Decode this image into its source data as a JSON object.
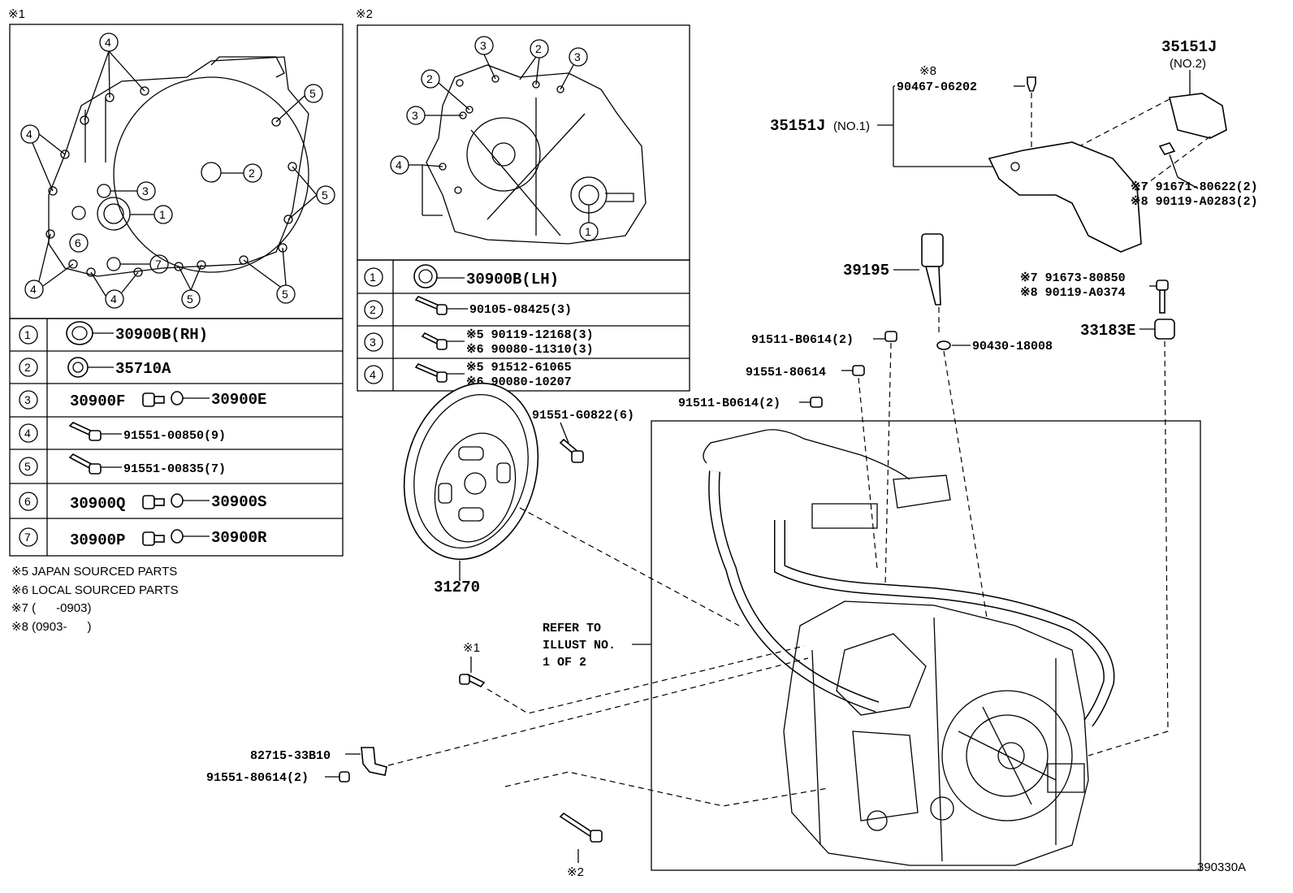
{
  "inset1": {
    "mark": "※1",
    "callouts": [
      "1",
      "2",
      "3",
      "4",
      "5",
      "6",
      "7"
    ],
    "table": [
      {
        "no": "1",
        "left": "",
        "right": "30900B(RH)"
      },
      {
        "no": "2",
        "left": "",
        "right": "35710A"
      },
      {
        "no": "3",
        "left": "30900F",
        "right": "30900E"
      },
      {
        "no": "4",
        "left": "",
        "right": "91551-00850(9)"
      },
      {
        "no": "5",
        "left": "",
        "right": "91551-00835(7)"
      },
      {
        "no": "6",
        "left": "30900Q",
        "right": "30900S"
      },
      {
        "no": "7",
        "left": "30900P",
        "right": "30900R"
      }
    ]
  },
  "inset2": {
    "mark": "※2",
    "table": [
      {
        "no": "1",
        "line1": "30900B(LH)",
        "line2": ""
      },
      {
        "no": "2",
        "line1": "90105-08425(3)",
        "line2": ""
      },
      {
        "no": "3",
        "line1": "※5 90119-12168(3)",
        "line2": "※6 90080-11310(3)"
      },
      {
        "no": "4",
        "line1": "※5 91512-61065",
        "line2": "※6 90080-10207"
      }
    ]
  },
  "notes": [
    "※5 JAPAN SOURCED PARTS",
    "※6 LOCAL SOURCED PARTS",
    "※7 (      -0903)",
    "※8 (0903-      )"
  ],
  "labels": {
    "p35151j": "35151J",
    "no2": "(NO.2)",
    "mark8a": "※8",
    "p90467": "90467-06202",
    "p35151j_no1": "35151J",
    "no1": "(NO.1)",
    "p91671": "※7 91671-80622(2)",
    "p90119a0283": "※8 90119-A0283(2)",
    "p39195": "39195",
    "p91673": "※7 91673-80850",
    "p90119a0374": "※8 90119-A0374",
    "p33183e": "33183E",
    "p91511a": "91511-B0614(2)",
    "p90430": "90430-18008",
    "p91551_80614": "91551-80614",
    "p91511b": "91511-B0614(2)",
    "p91551_g0822": "91551-G0822(6)",
    "p31270": "31270",
    "refer1": "REFER TO",
    "refer2": "ILLUST NO.",
    "refer3": "1 OF 2",
    "mark1": "※1",
    "p82715": "82715-33B10",
    "p91551_80614_2": "91551-80614(2)",
    "mark2": "※2",
    "ref_code": "390330A"
  }
}
